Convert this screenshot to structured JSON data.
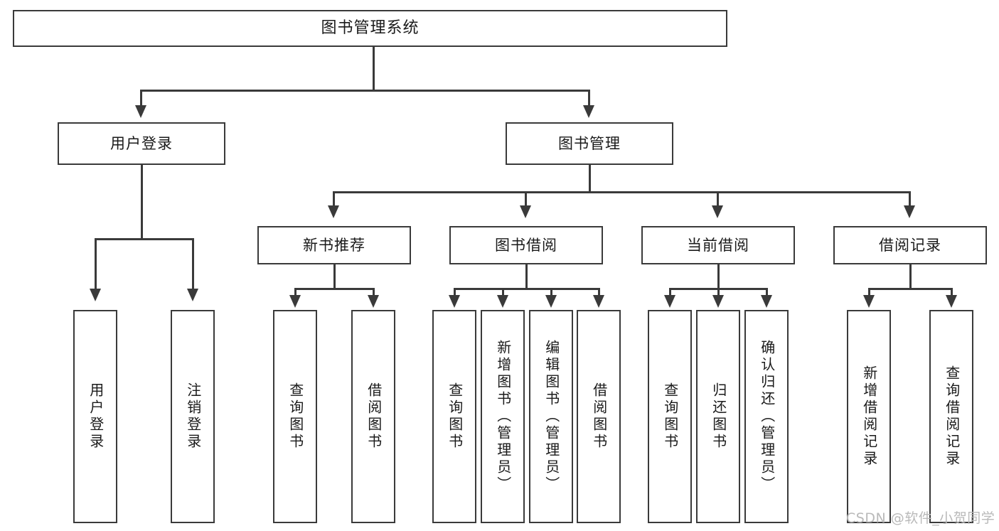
{
  "diagram": {
    "title": "图书管理系统",
    "type": "tree",
    "root": {
      "label": "图书管理系统"
    },
    "level2": [
      {
        "label": "用户登录"
      },
      {
        "label": "图书管理"
      }
    ],
    "level3": [
      {
        "label": "新书推荐"
      },
      {
        "label": "图书借阅"
      },
      {
        "label": "当前借阅"
      },
      {
        "label": "借阅记录"
      }
    ],
    "leaves": {
      "user_login": [
        {
          "label": "用户登录"
        },
        {
          "label": "注销登录"
        }
      ],
      "new_book_recommend": [
        {
          "label": "查询图书"
        },
        {
          "label": "借阅图书"
        }
      ],
      "book_borrow": [
        {
          "label": "查询图书"
        },
        {
          "label": "新增图书（管理员）"
        },
        {
          "label": "编辑图书（管理员）"
        },
        {
          "label": "借阅图书"
        }
      ],
      "current_borrow": [
        {
          "label": "查询图书"
        },
        {
          "label": "归还图书"
        },
        {
          "label": "确认归还（管理员）"
        }
      ],
      "borrow_records": [
        {
          "label": "新增借阅记录"
        },
        {
          "label": "查询借阅记录"
        }
      ]
    }
  },
  "watermark": {
    "text": "CSDN @软件_小贺同学"
  },
  "colors": {
    "stroke": "#3a3a3a",
    "text": "#1a1a1a",
    "background": "#ffffff",
    "watermark": "#b9b9b9"
  }
}
